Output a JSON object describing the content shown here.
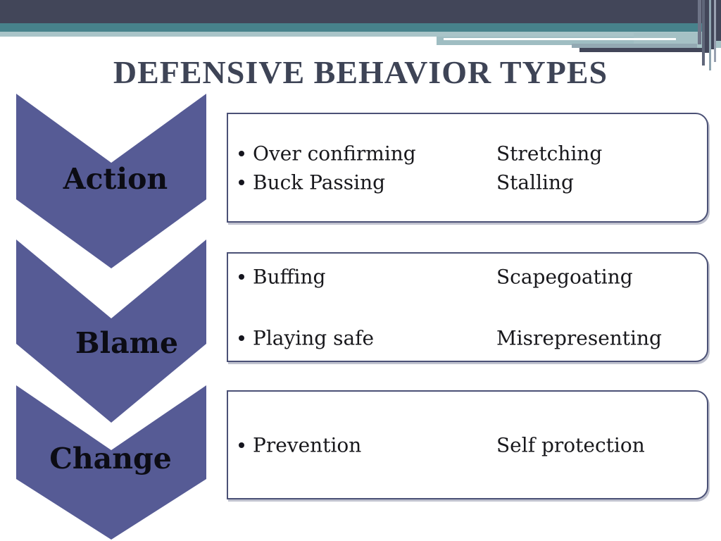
{
  "title": "DEFENSIVE BEHAVIOR TYPES",
  "steps": [
    {
      "label": "Action"
    },
    {
      "label": "Blame"
    },
    {
      "label": "Change"
    }
  ],
  "boxes": [
    {
      "rows": [
        {
          "left": "Over confirming",
          "right": "Stretching"
        },
        {
          "left": "Buck Passing",
          "right": "Stalling"
        }
      ]
    },
    {
      "rows": [
        {
          "left": "Buffing",
          "right": "Scapegoating"
        },
        {
          "left": "Playing safe",
          "right": "Misrepresenting"
        }
      ]
    },
    {
      "rows": [
        {
          "left": "Prevention",
          "right": "Self protection"
        }
      ]
    }
  ],
  "colors": {
    "chevron": "#565B95",
    "header_navy": "#424659",
    "header_teal": "#47828B",
    "header_light_teal": "#A9C4C8",
    "box_border": "#4B5176",
    "title_text": "#3E4456",
    "label_text": "#0C0C14",
    "body_text": "#18181C"
  }
}
